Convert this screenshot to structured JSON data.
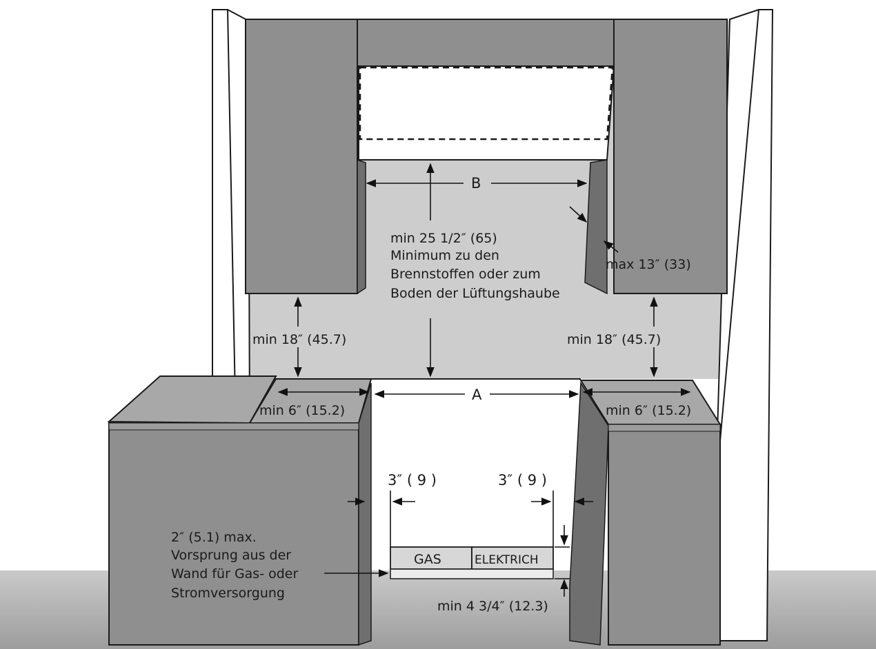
{
  "labels": {
    "b": "B",
    "a": "A",
    "combustible_line1": "min 25 1/2″ (65)",
    "combustible_line2": "Minimum zu den",
    "combustible_line3": "Brennstoffen oder zum",
    "combustible_line4": "Boden der Lüftungshaube",
    "max_depth": "max 13″ (33)",
    "left_vertical": "min 18″ (45.7)",
    "right_vertical": "min 18″ (45.7)",
    "left_side": "min 6″ (15.2)",
    "right_side": "min 6″ (15.2)",
    "left_offset": "3″ ( 9 )",
    "right_offset": "3″ ( 9 )",
    "projection_line1": "2″ (5.1) max.",
    "projection_line2": "Vorsprung aus der",
    "projection_line3": "Wand für Gas- oder",
    "projection_line4": "Stromversorgung",
    "gas": "GAS",
    "electric": "ELEKTRICH",
    "bottom_height": "min 4 3/4″ (12.3)"
  },
  "colors": {
    "cabinet": "#8f8f8f",
    "cabinet_dark": "#6f6f6f",
    "wall": "#cfcfcf",
    "floor": "#b8b8b8",
    "countertop": "#a8a8a8",
    "white": "#ffffff",
    "line": "#1a1a1a"
  }
}
